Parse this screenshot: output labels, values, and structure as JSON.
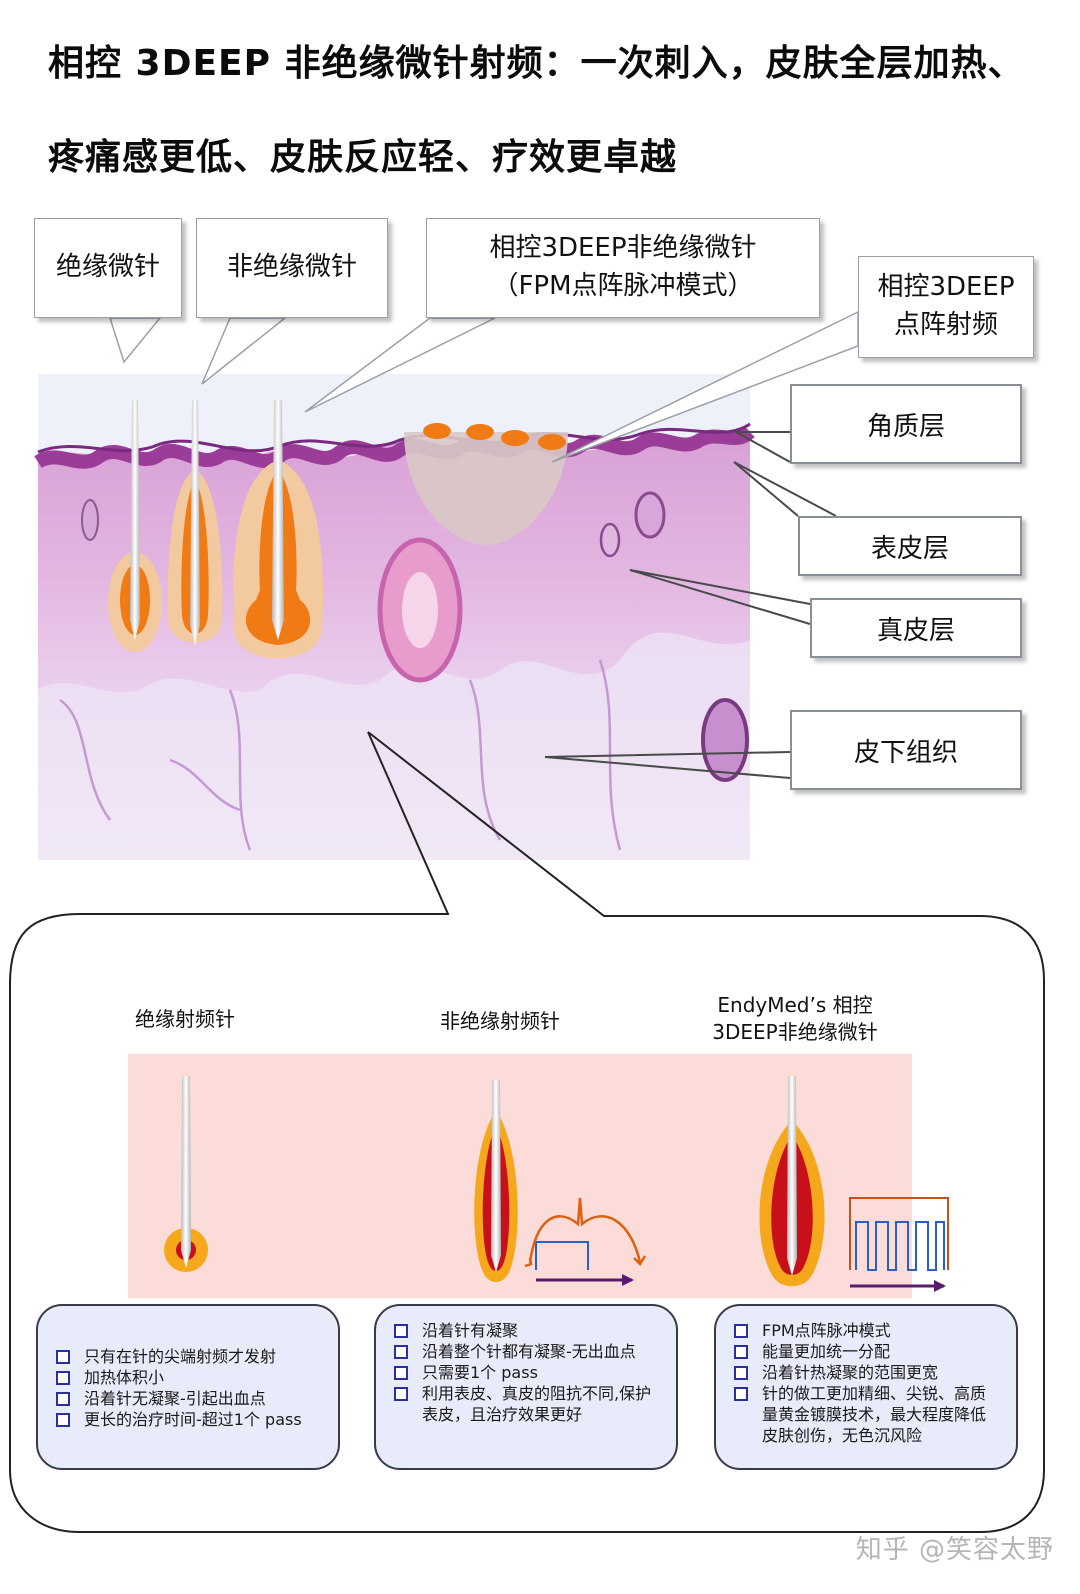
{
  "title": {
    "line1": "相控 3DEEP 非绝缘微针射频：一次刺入，皮肤全层加热、",
    "line2": "疼痛感更低、皮肤反应轻、疗效更卓越"
  },
  "callouts": {
    "insulated": "绝缘微针",
    "non_insulated": "非绝缘微针",
    "phase_fpm_line1": "相控3DEEP非绝缘微针",
    "phase_fpm_line2": "（FPM点阵脉冲模式）",
    "phase_rf_line1": "相控3DEEP",
    "phase_rf_line2": "点阵射频"
  },
  "layers": {
    "stratum_corneum": "角质层",
    "epidermis": "表皮层",
    "dermis": "真皮层",
    "subcutaneous": "皮下组织"
  },
  "comparison": {
    "columns": [
      {
        "title": "绝缘射频针",
        "features": [
          "只有在针的尖端射频才发射",
          "加热体积小",
          "沿着针无凝聚-引起出血点",
          "更长的治疗时间-超过1个 pass"
        ]
      },
      {
        "title": "非绝缘射频针",
        "features": [
          "沿着针有凝聚",
          "沿着整个针都有凝聚-无出血点",
          "只需要1个 pass",
          "利用表皮、真皮的阻抗不同,保护表皮，且治疗效果更好"
        ]
      },
      {
        "title_line1": "EndyMed’s 相控",
        "title_line2": "3DEEP非绝缘微针",
        "features": [
          "FPM点阵脉冲模式",
          "能量更加统一分配",
          "沿着针热凝聚的范围更宽",
          "针的做工更加精细、尖锐、高质量黄金镀膜技术，最大程度降低皮肤创伤，无色沉风险"
        ]
      }
    ]
  },
  "watermark": "知乎 @笑容太野",
  "colors": {
    "tissue_pink": "#d9a8d8",
    "epidermis_purple": "#a0449c",
    "heat_orange": "#f07a14",
    "heat_yellow": "#f5a81c",
    "coag_red": "#c8101a",
    "panel_pink": "#fbdcd9",
    "feature_bg": "#e8ebfa"
  }
}
